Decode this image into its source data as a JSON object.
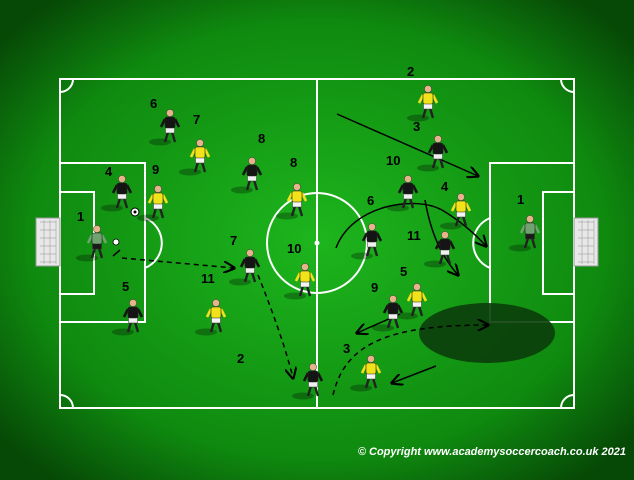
{
  "copyright": "© Copyright www.academysoccercoach.co.uk 2021",
  "colors": {
    "pitch": "#0f8a0f",
    "lines": "#ffffff",
    "team_dark": "#141414",
    "team_yellow": "#f2e21a",
    "goalkeeper": "#6fa36f",
    "run_arrow": "#000000"
  },
  "labels": [
    {
      "id": "y2",
      "text": "2"
    },
    {
      "id": "d3a",
      "text": "3"
    },
    {
      "id": "y6",
      "text": "6"
    },
    {
      "id": "y7",
      "text": "7"
    },
    {
      "id": "d8",
      "text": "8"
    },
    {
      "id": "y8",
      "text": "8"
    },
    {
      "id": "d10",
      "text": "10"
    },
    {
      "id": "d4",
      "text": "4"
    },
    {
      "id": "y9",
      "text": "9"
    },
    {
      "id": "gkL",
      "text": "1"
    },
    {
      "id": "d6",
      "text": "6"
    },
    {
      "id": "y4",
      "text": "4"
    },
    {
      "id": "gkR",
      "text": "1"
    },
    {
      "id": "d7",
      "text": "7"
    },
    {
      "id": "y10",
      "text": "10"
    },
    {
      "id": "d11",
      "text": "11"
    },
    {
      "id": "y11",
      "text": "11"
    },
    {
      "id": "y5",
      "text": "5"
    },
    {
      "id": "d5",
      "text": "5"
    },
    {
      "id": "d9",
      "text": "9"
    },
    {
      "id": "d2",
      "text": "2"
    },
    {
      "id": "y3",
      "text": "3"
    }
  ],
  "players": [
    {
      "team": "yellow",
      "label": "y2"
    },
    {
      "team": "dark",
      "label": "d3a"
    },
    {
      "team": "dark",
      "label": "y6"
    },
    {
      "team": "yellow",
      "label": "y7"
    },
    {
      "team": "dark",
      "label": "d8"
    },
    {
      "team": "yellow",
      "label": "y8"
    },
    {
      "team": "dark",
      "label": "d10"
    },
    {
      "team": "dark",
      "label": "d4"
    },
    {
      "team": "yellow",
      "label": "y9"
    },
    {
      "team": "goalkeeper",
      "label": "gkL"
    },
    {
      "team": "dark",
      "label": "d6"
    },
    {
      "team": "yellow",
      "label": "y4"
    },
    {
      "team": "goalkeeper",
      "label": "gkR"
    },
    {
      "team": "dark",
      "label": "d7"
    },
    {
      "team": "yellow",
      "label": "y10"
    },
    {
      "team": "dark",
      "label": "d11"
    },
    {
      "team": "yellow",
      "label": "y11"
    },
    {
      "team": "yellow",
      "label": "y5"
    },
    {
      "team": "dark",
      "label": "d5"
    },
    {
      "team": "dark",
      "label": "d9"
    },
    {
      "team": "dark",
      "label": "d2"
    },
    {
      "team": "yellow",
      "label": "y3"
    }
  ]
}
